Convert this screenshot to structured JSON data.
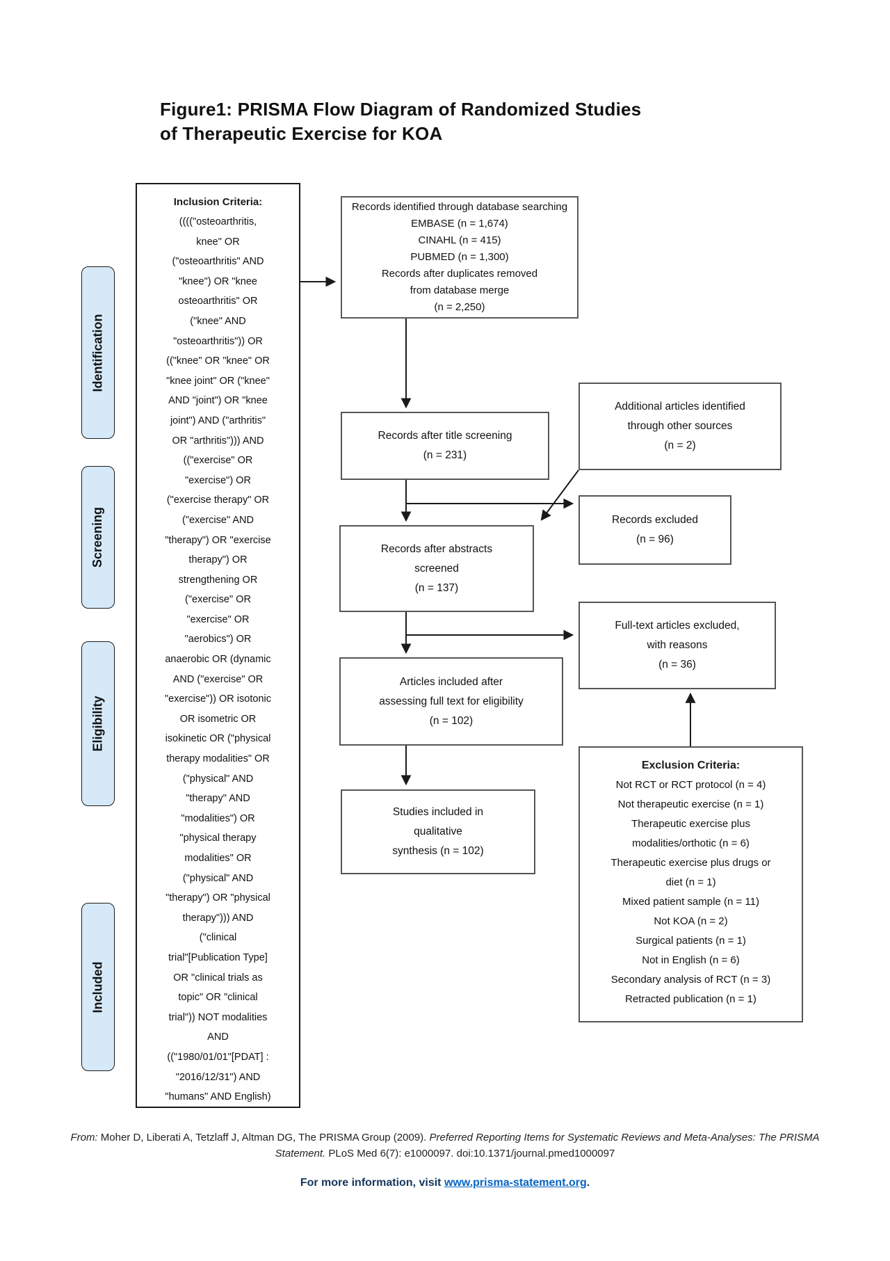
{
  "title": {
    "line1": "Figure1: PRISMA Flow Diagram of Randomized Studies",
    "line2": "of Therapeutic Exercise for KOA"
  },
  "stages": [
    {
      "label": "Identification"
    },
    {
      "label": "Screening"
    },
    {
      "label": "Eligibility"
    },
    {
      "label": "Included"
    }
  ],
  "inclusion": {
    "heading": "Inclusion Criteria:",
    "lines": [
      "((((\"osteoarthritis,",
      "knee\" OR",
      "(\"osteoarthritis\" AND",
      "\"knee\") OR \"knee",
      "osteoarthritis\" OR",
      "(\"knee\" AND",
      "\"osteoarthritis\")) OR",
      "((\"knee\" OR \"knee\" OR",
      "\"knee joint\" OR (\"knee\"",
      "AND \"joint\") OR \"knee",
      "joint\") AND (\"arthritis\"",
      "OR \"arthritis\"))) AND",
      "((\"exercise\" OR",
      "\"exercise\") OR",
      "(\"exercise therapy\" OR",
      "(\"exercise\" AND",
      "\"therapy\") OR \"exercise",
      "therapy\") OR",
      "strengthening OR",
      "(\"exercise\" OR",
      "\"exercise\" OR",
      "\"aerobics\") OR",
      "anaerobic OR (dynamic",
      "AND (\"exercise\" OR",
      "\"exercise\")) OR isotonic",
      "OR isometric OR",
      "isokinetic OR (\"physical",
      "therapy modalities\" OR",
      "(\"physical\" AND",
      "\"therapy\" AND",
      "\"modalities\") OR",
      "\"physical therapy",
      "modalities\" OR",
      "(\"physical\" AND",
      "\"therapy\") OR \"physical",
      "therapy\"))) AND",
      "(\"clinical",
      "trial\"[Publication Type]",
      "OR \"clinical trials as",
      "topic\" OR \"clinical",
      "trial\")) NOT modalities",
      "AND",
      "((\"1980/01/01\"[PDAT] :",
      "\"2016/12/31\") AND",
      "\"humans\" AND English)"
    ]
  },
  "flow": {
    "records_identified": [
      "Records identified through database searching",
      "EMBASE (n = 1,674)",
      "CINAHL (n = 415)",
      "PUBMED (n = 1,300)",
      "Records after duplicates removed",
      "from database merge",
      "(n = 2,250)"
    ],
    "title_screening": [
      "Records after title screening",
      "(n = 231)"
    ],
    "abstracts_screened": [
      "Records after abstracts",
      "screened",
      "(n = 137)"
    ],
    "fulltext_eligibility": [
      "Articles included after",
      "assessing full text for eligibility",
      "(n = 102)"
    ],
    "qualitative_synthesis": [
      "Studies included in",
      "qualitative",
      "synthesis (n = 102)"
    ],
    "additional_articles": [
      "Additional articles identified",
      "through other sources",
      "(n = 2)"
    ],
    "records_excluded": [
      "Records excluded",
      "(n = 96)"
    ],
    "fulltext_excluded": [
      "Full-text articles excluded,",
      "with reasons",
      "(n = 36)"
    ]
  },
  "exclusion": {
    "heading": "Exclusion Criteria:",
    "lines": [
      "Not RCT or RCT protocol (n = 4)",
      "Not therapeutic exercise (n = 1)",
      "Therapeutic exercise plus",
      "modalities/orthotic (n = 6)",
      "Therapeutic exercise plus drugs or",
      "diet (n = 1)",
      "Mixed patient sample (n = 11)",
      "Not KOA (n = 2)",
      "Surgical patients (n = 1)",
      "Not in English (n = 6)",
      "Secondary analysis of RCT (n = 3)",
      "Retracted publication (n = 1)"
    ]
  },
  "footer": {
    "citation_from": "From:",
    "citation_authors": "  Moher D, Liberati A, Tetzlaff J, Altman DG, The PRISMA Group (2009). ",
    "citation_italic_title": "Preferred Reporting Items for Systematic Reviews and Meta-Analyses: The PRISMA Statement.",
    "citation_rest": " PLoS Med 6(7): e1000097. doi:10.1371/journal.pmed1000097",
    "info_prefix": "For more information, visit ",
    "info_link": "www.prisma-statement.org",
    "info_suffix": "."
  },
  "colors": {
    "stage_fill": "#d6e9f8",
    "info_text": "#17365d",
    "link": "#0563c1"
  }
}
